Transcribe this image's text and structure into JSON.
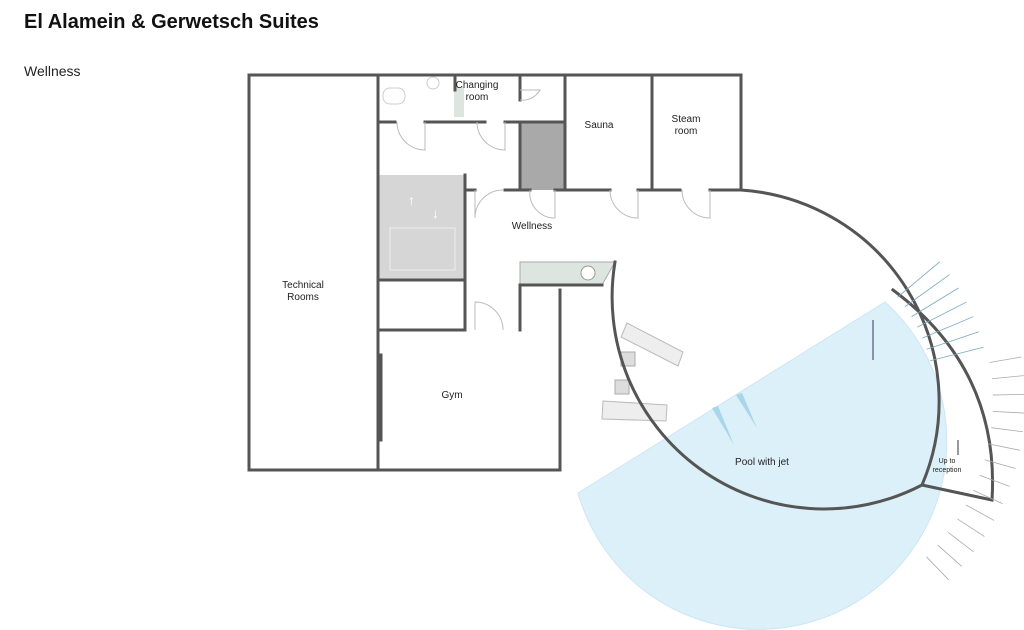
{
  "header": {
    "title": "El Alamein & Gerwetsch Suites",
    "subtitle": "Wellness"
  },
  "rooms": {
    "changing_1": "Changing",
    "changing_2": "room",
    "sauna": "Sauna",
    "steam_1": "Steam",
    "steam_2": "room",
    "wellness": "Wellness",
    "technical_1": "Technical",
    "technical_2": "Rooms",
    "gym": "Gym",
    "pool": "Pool with jet",
    "stairs_1": "Up to",
    "stairs_2": "reception"
  },
  "colors": {
    "wall": "#555555",
    "pool": "#dcf0fa",
    "shower": "#d6d6d6",
    "mosaic": "#a9a9a9",
    "counter": "#dde5e0"
  }
}
